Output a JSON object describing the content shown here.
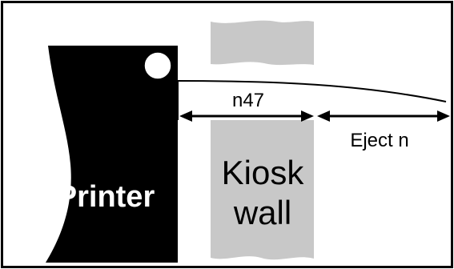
{
  "diagram": {
    "printer_label": "Printer",
    "wall_label_line1": "Kiosk",
    "wall_label_line2": "wall",
    "distance_label": "n47",
    "eject_label": "Eject n"
  },
  "colors": {
    "background": "#ffffff",
    "frame": "#000000",
    "printer_body": "#000000",
    "printer_text": "#ffffff",
    "wall": "#c8c8c8",
    "wall_text": "#000000",
    "roller": "#ffffff",
    "lines": "#000000"
  }
}
